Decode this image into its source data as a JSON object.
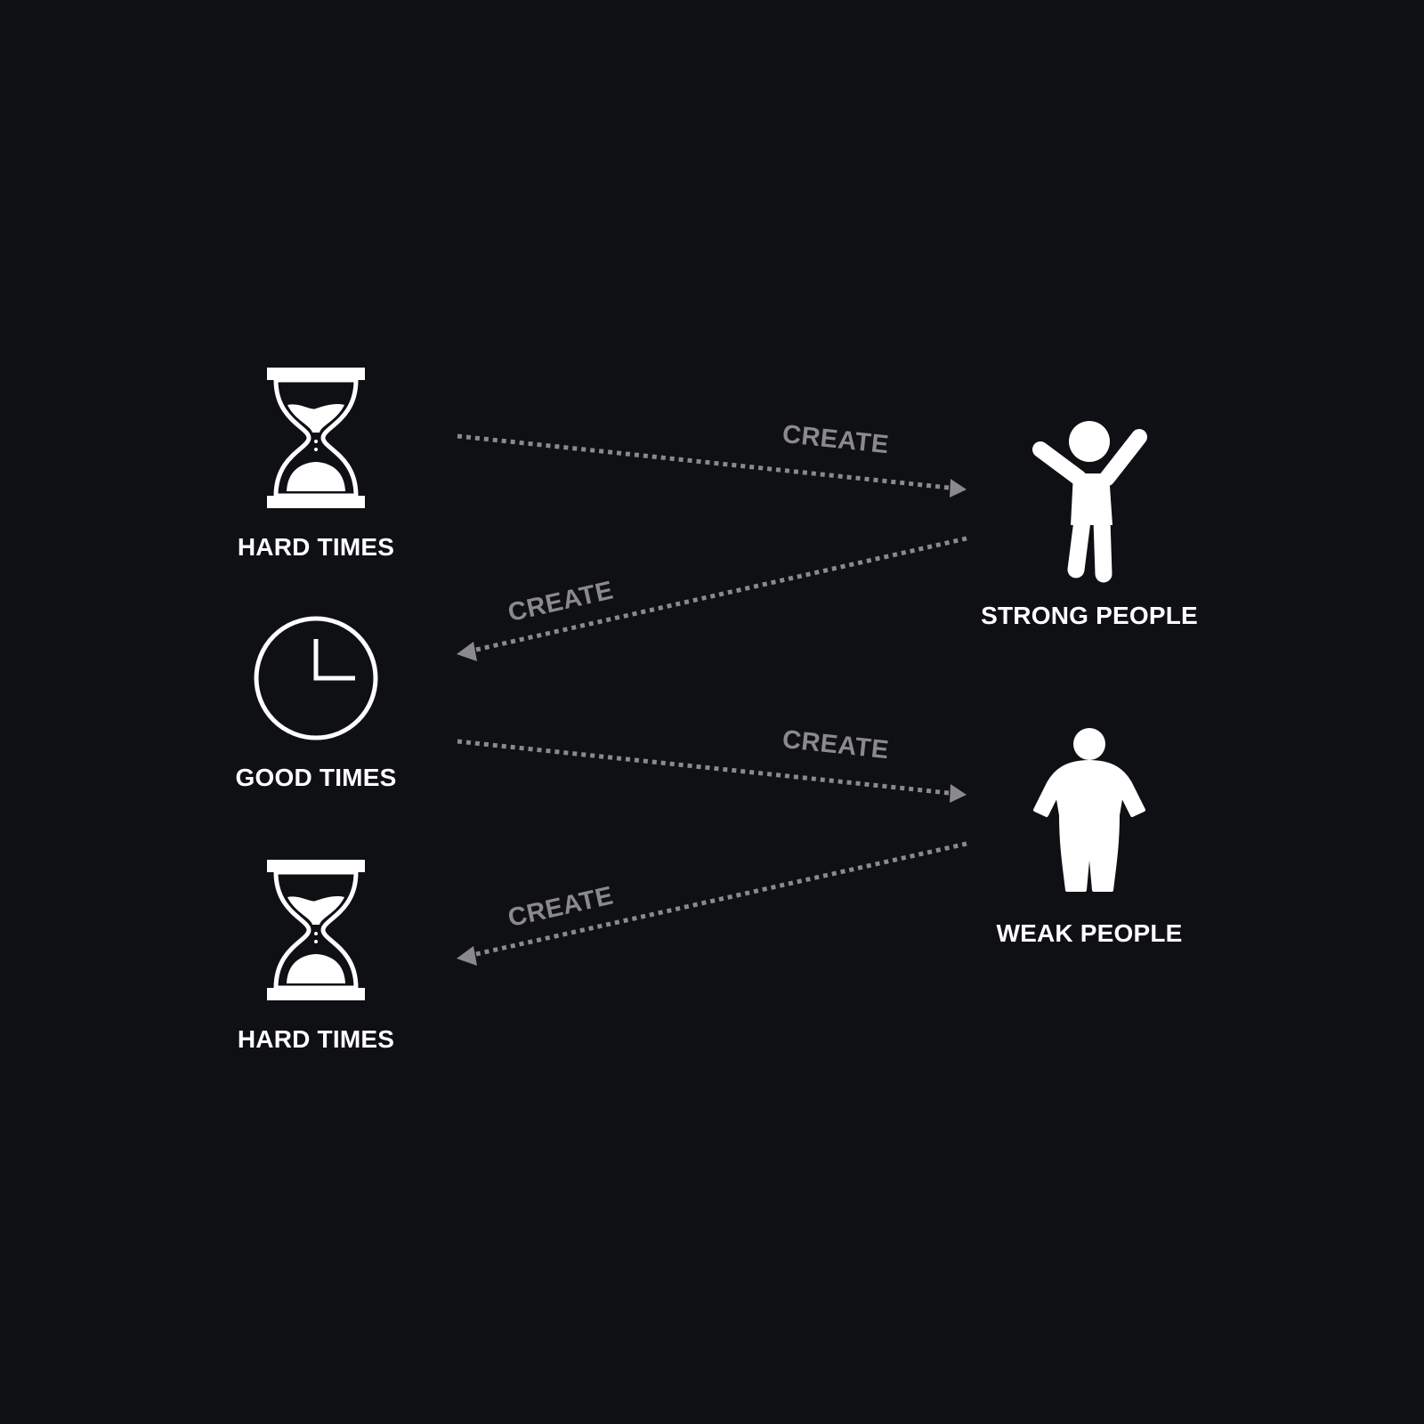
{
  "diagram": {
    "background_color": "#0f1014",
    "node_color": "#ffffff",
    "edge_color": "#8a8a8a",
    "nodes": [
      {
        "id": "hard-times-1",
        "label": "HARD TIMES",
        "icon": "hourglass-icon"
      },
      {
        "id": "good-times",
        "label": "GOOD TIMES",
        "icon": "clock-icon"
      },
      {
        "id": "hard-times-2",
        "label": "HARD TIMES",
        "icon": "hourglass-icon"
      },
      {
        "id": "strong-people",
        "label": "STRONG PEOPLE",
        "icon": "strong-person-icon"
      },
      {
        "id": "weak-people",
        "label": "WEAK PEOPLE",
        "icon": "weak-person-icon"
      }
    ],
    "edges": [
      {
        "from": "hard-times-1",
        "to": "strong-people",
        "label": "CREATE"
      },
      {
        "from": "strong-people",
        "to": "good-times",
        "label": "CREATE"
      },
      {
        "from": "good-times",
        "to": "weak-people",
        "label": "CREATE"
      },
      {
        "from": "weak-people",
        "to": "hard-times-2",
        "label": "CREATE"
      }
    ]
  }
}
